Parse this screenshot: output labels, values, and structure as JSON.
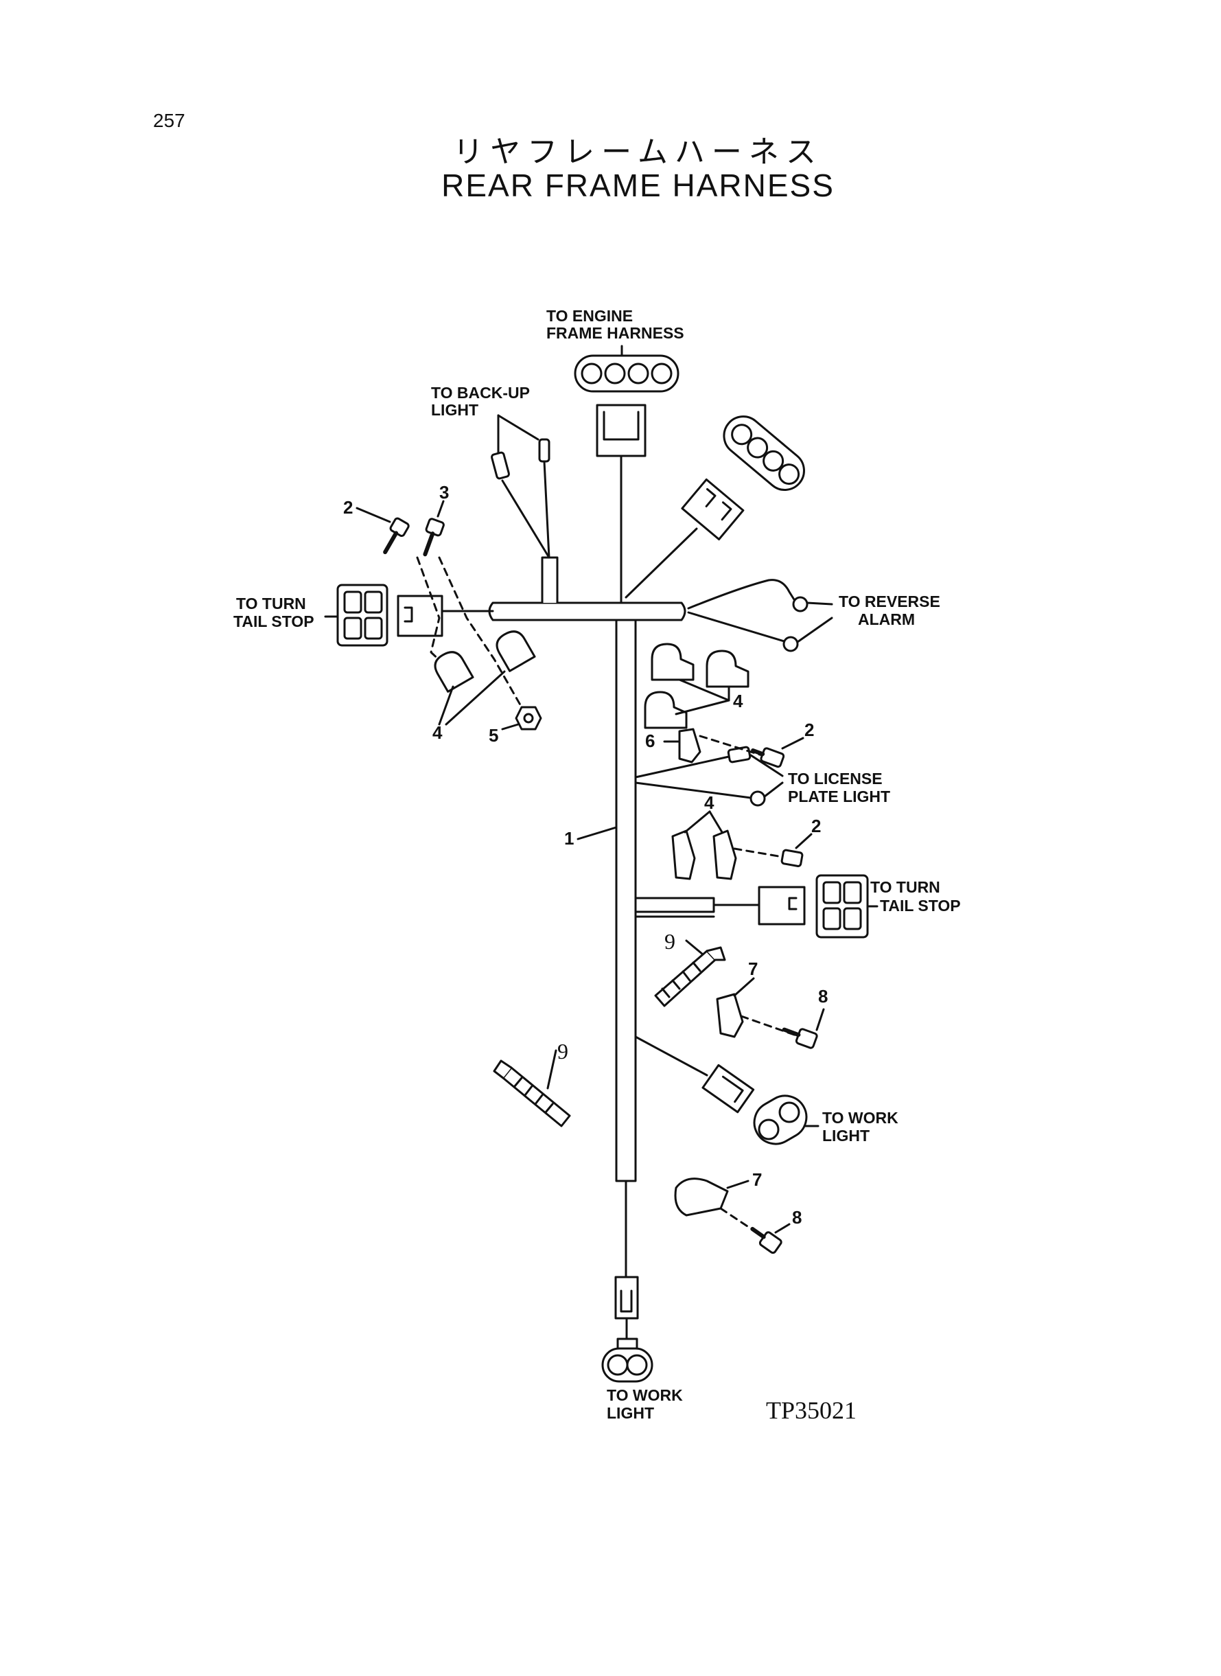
{
  "page_number": "257",
  "title_japanese": "リヤフレームハーネス",
  "title_english": "REAR FRAME HARNESS",
  "drawing_code": "TP35021",
  "labels": {
    "engine_frame_harness": [
      "TO ENGINE",
      "FRAME HARNESS"
    ],
    "back_up_light": [
      "TO BACK-UP",
      "LIGHT"
    ],
    "turn_tail_stop_left": [
      "TO TURN",
      "TAIL STOP"
    ],
    "reverse_alarm": [
      "TO REVERSE",
      "ALARM"
    ],
    "license_plate_light": [
      "TO LICENSE",
      "PLATE LIGHT"
    ],
    "turn_tail_stop_right": [
      "TO TURN",
      "TAIL STOP"
    ],
    "work_light_right": [
      "TO WORK",
      "LIGHT"
    ],
    "work_light_bottom": [
      "TO WORK",
      "LIGHT"
    ]
  },
  "part_numbers": {
    "harness": "1",
    "bolt_left": "2",
    "bolt_top": "3",
    "clamp_left": "4",
    "nut": "5",
    "clamps_right_upper": "4",
    "clamp_6": "6",
    "bolt_upper_right": "2",
    "clamps_right_middle": "4",
    "bolt_middle_right": "2",
    "tie_9_upper": "9",
    "clamp_7_upper": "7",
    "bolt_8_upper": "8",
    "tie_9_left": "9",
    "clamp_7_lower": "7",
    "bolt_8_lower": "8"
  }
}
